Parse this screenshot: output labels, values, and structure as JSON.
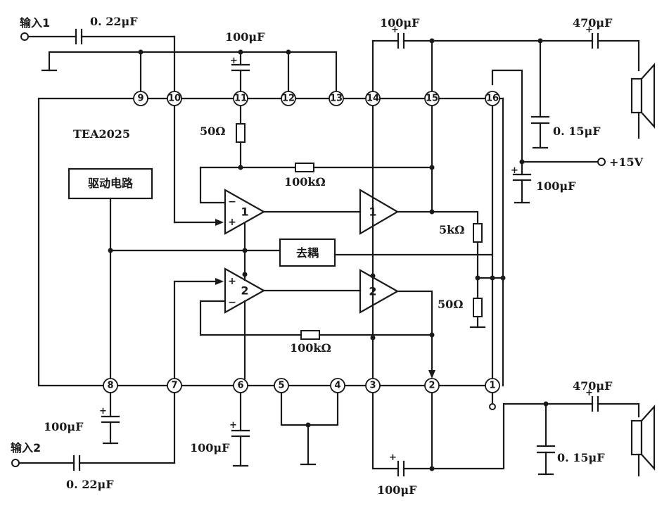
{
  "labels": {
    "input1": "输入1",
    "input2": "输入2",
    "chip": "TEA2025",
    "driver": "驱动电路",
    "decouple": "去耦",
    "supply": "+15V"
  },
  "pins": [
    "9",
    "10",
    "11",
    "12",
    "13",
    "14",
    "15",
    "16",
    "8",
    "7",
    "6",
    "5",
    "4",
    "3",
    "2",
    "1"
  ],
  "amps": [
    "1",
    "1",
    "2",
    "2"
  ],
  "components": {
    "c_in1": "0. 22μF",
    "c_in2": "0. 22μF",
    "c_p11": "100μF",
    "c_p14_15": "100μF",
    "c_out1": "470μF",
    "c_out2": "470μF",
    "c_zobel1": "0. 15μF",
    "c_zobel2": "0. 15μF",
    "c_supply": "100μF",
    "c_p8": "100μF",
    "c_p6": "100μF",
    "c_p3_2": "100μF",
    "r_p11": "50Ω",
    "r_fb1": "100kΩ",
    "r_fb2": "100kΩ",
    "r_5k": "5kΩ",
    "r_50": "50Ω"
  }
}
